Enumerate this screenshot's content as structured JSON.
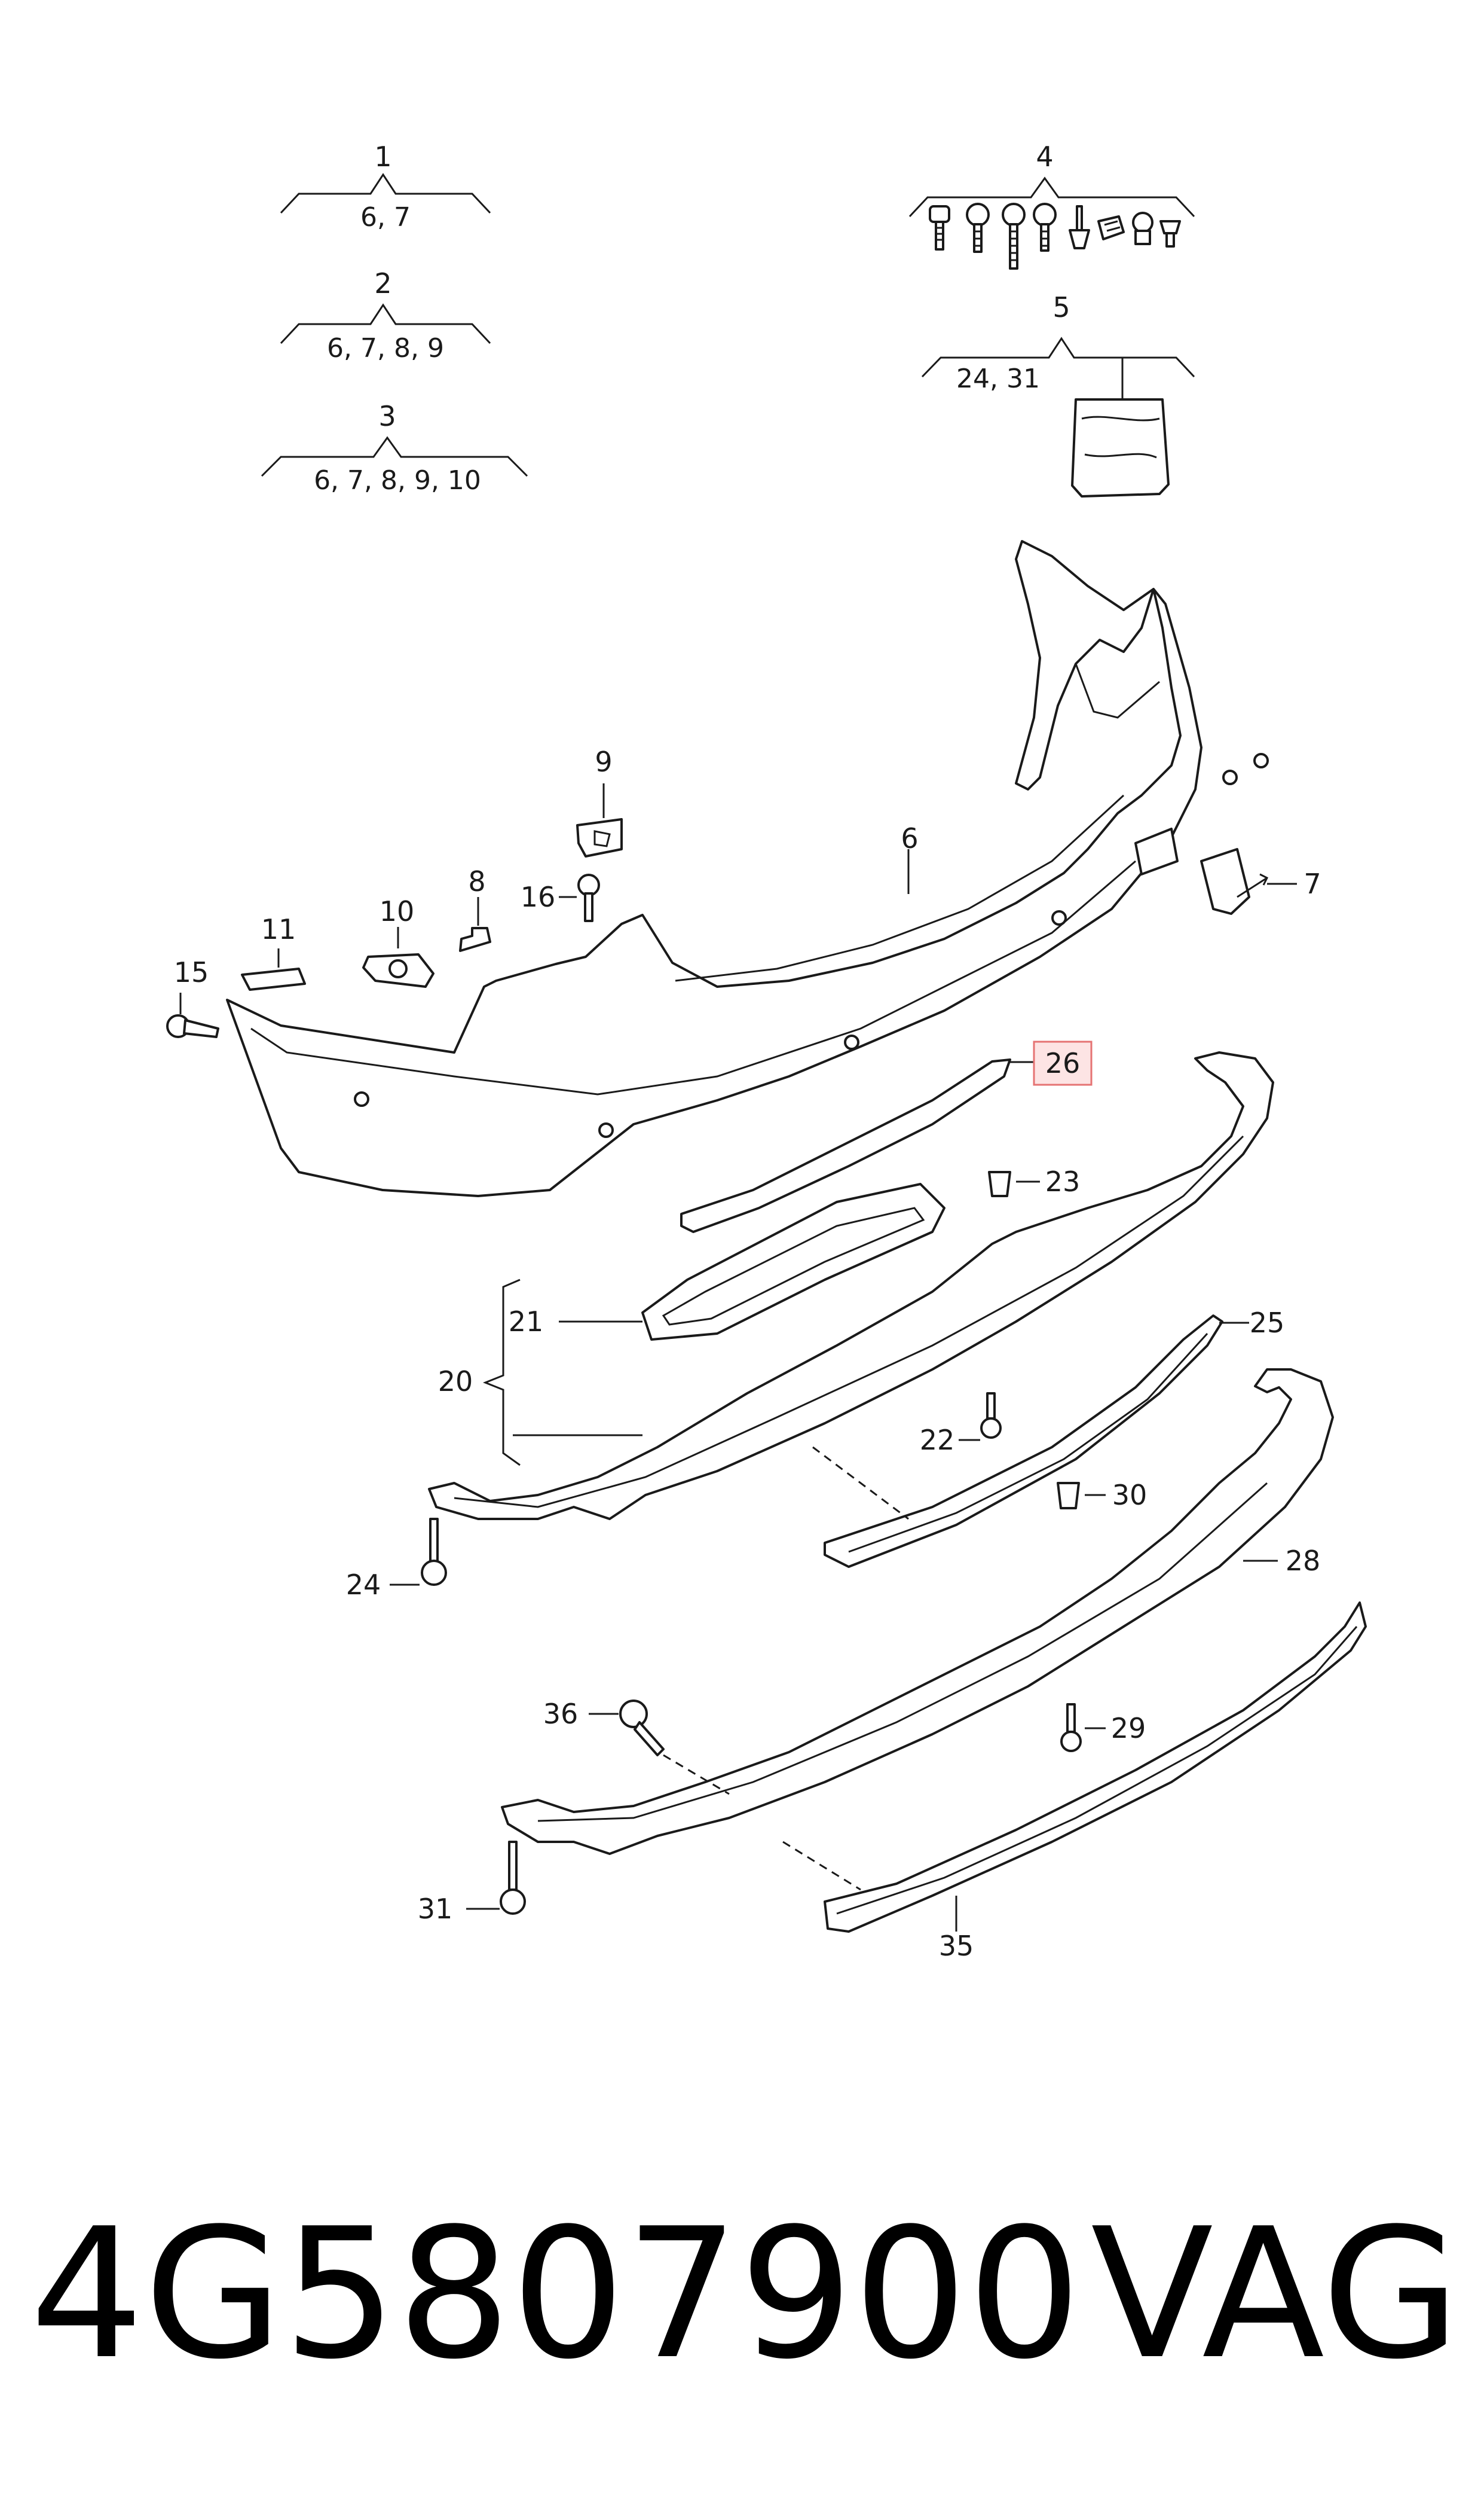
{
  "kits": [
    {
      "number": "1",
      "contents": "6, 7"
    },
    {
      "number": "2",
      "contents": "6, 7, 8, 9"
    },
    {
      "number": "3",
      "contents": "6, 7, 8, 9, 10"
    },
    {
      "number": "4",
      "contents": ""
    },
    {
      "number": "5",
      "contents": "24, 31"
    }
  ],
  "callouts": {
    "c6": "6",
    "c7": "7",
    "c8": "8",
    "c9": "9",
    "c10": "10",
    "c11": "11",
    "c15": "15",
    "c16": "16",
    "c20": "20",
    "c21": "21",
    "c22": "22",
    "c23": "23",
    "c24": "24",
    "c25": "25",
    "c26": "26",
    "c28": "28",
    "c29": "29",
    "c30": "30",
    "c31": "31",
    "c35": "35",
    "c36": "36"
  },
  "highlight": {
    "callout": "26",
    "color": "#e57373",
    "fill": "#fde4e4"
  },
  "footer": {
    "part_number": "4G5807900",
    "brand": "VAG"
  }
}
